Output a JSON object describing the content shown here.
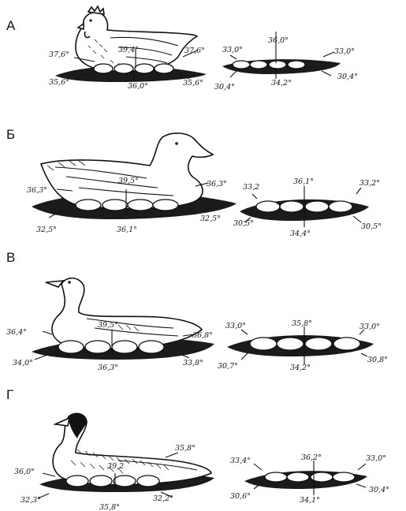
{
  "panels": [
    {
      "letter": "А",
      "bird": "hen",
      "on_nest": {
        "left": "37,6°",
        "top": "39,4°",
        "right": "37,6°",
        "bottom_left": "35,6°",
        "bottom_center": "36,0°",
        "bottom_right": "35,6°"
      },
      "open_nest": {
        "top_left": "33,0°",
        "top_center": "36,0°",
        "top_right": "33,0°",
        "bottom_left": "30,4°",
        "bottom_center": "34,2°",
        "bottom_right": "30,4°"
      }
    },
    {
      "letter": "Б",
      "bird": "duck",
      "on_nest": {
        "left": "36,3°",
        "top": "39,5°",
        "right": "36,3°",
        "bottom_left": "32,5°",
        "bottom_center": "36,1°",
        "bottom_right": "32,5°"
      },
      "open_nest": {
        "top_left": "33,2",
        "top_center": "36,1°",
        "top_right": "33,2°",
        "bottom_left": "30,5°",
        "bottom_center": "34,4°",
        "bottom_right": "30,5°"
      }
    },
    {
      "letter": "В",
      "bird": "goose",
      "on_nest": {
        "left": "36,4°",
        "top": "39,5°",
        "right": "36,8°",
        "bottom_left": "34,0°",
        "bottom_center": "36,3°",
        "bottom_right": "33,8°"
      },
      "open_nest": {
        "top_left": "33,0°",
        "top_center": "35,8°",
        "top_right": "33,0°",
        "bottom_left": "30,7°",
        "bottom_center": "34,2°",
        "bottom_right": "30,8°"
      }
    },
    {
      "letter": "Г",
      "bird": "wild-goose",
      "on_nest": {
        "left": "36,0°",
        "top": "39,2",
        "right": "35,8°",
        "bottom_left": "32,3°",
        "bottom_center": "35,8°",
        "bottom_right": "32,2°"
      },
      "open_nest": {
        "top_left": "33,4°",
        "top_center": "36,2°",
        "top_right": "33,0°",
        "bottom_left": "30,6°",
        "bottom_center": "34,1°",
        "bottom_right": "30,4°"
      }
    }
  ]
}
